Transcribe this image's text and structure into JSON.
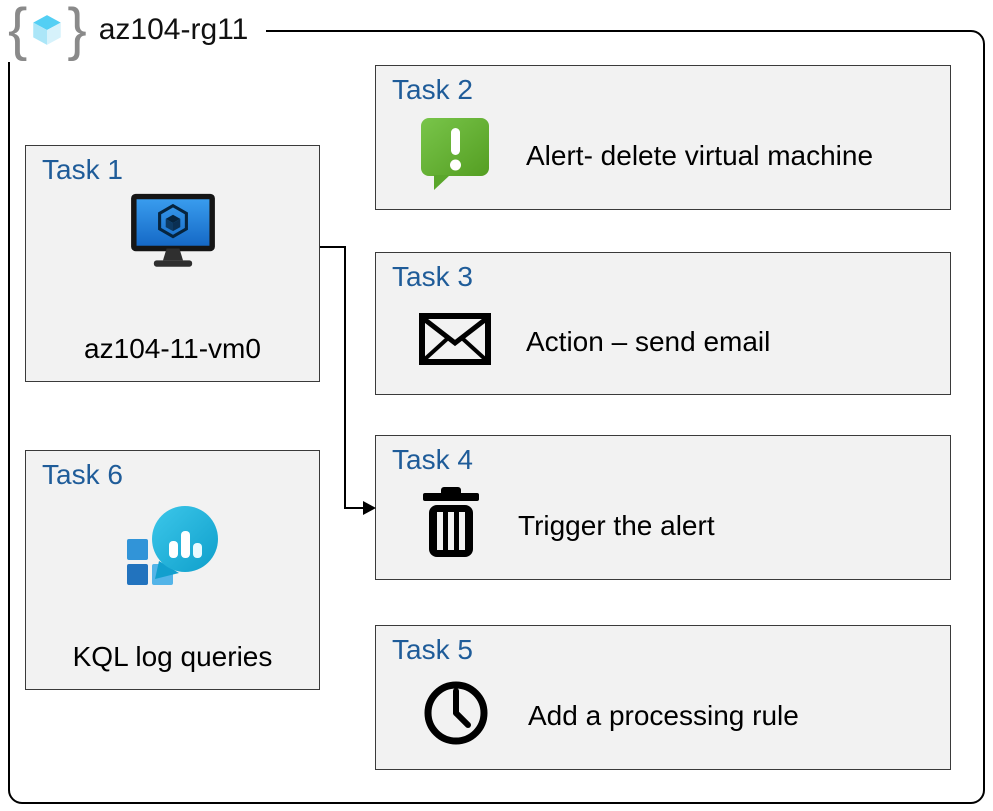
{
  "header": {
    "resource_group": "az104-rg11",
    "left_brace": "{",
    "right_brace": "}"
  },
  "tasks": [
    {
      "title": "Task 1",
      "label": "az104-11-vm0",
      "icon": "virtual-machine-icon"
    },
    {
      "title": "Task 2",
      "label": "Alert- delete virtual machine",
      "icon": "alert-icon"
    },
    {
      "title": "Task 3",
      "label": "Action – send email",
      "icon": "email-icon"
    },
    {
      "title": "Task 4",
      "label": "Trigger the alert",
      "icon": "trash-icon"
    },
    {
      "title": "Task 5",
      "label": "Add a processing rule",
      "icon": "clock-icon"
    },
    {
      "title": "Task 6",
      "label": "KQL log queries",
      "icon": "log-analytics-icon"
    }
  ],
  "colors": {
    "task_title_blue": "#1f5c99",
    "box_fill": "#f2f2f2",
    "alert_green": "#69be28",
    "monitor_blue": "#1e7bd7",
    "log_teal": "#1ba7d4",
    "outline_black": "#000000"
  }
}
